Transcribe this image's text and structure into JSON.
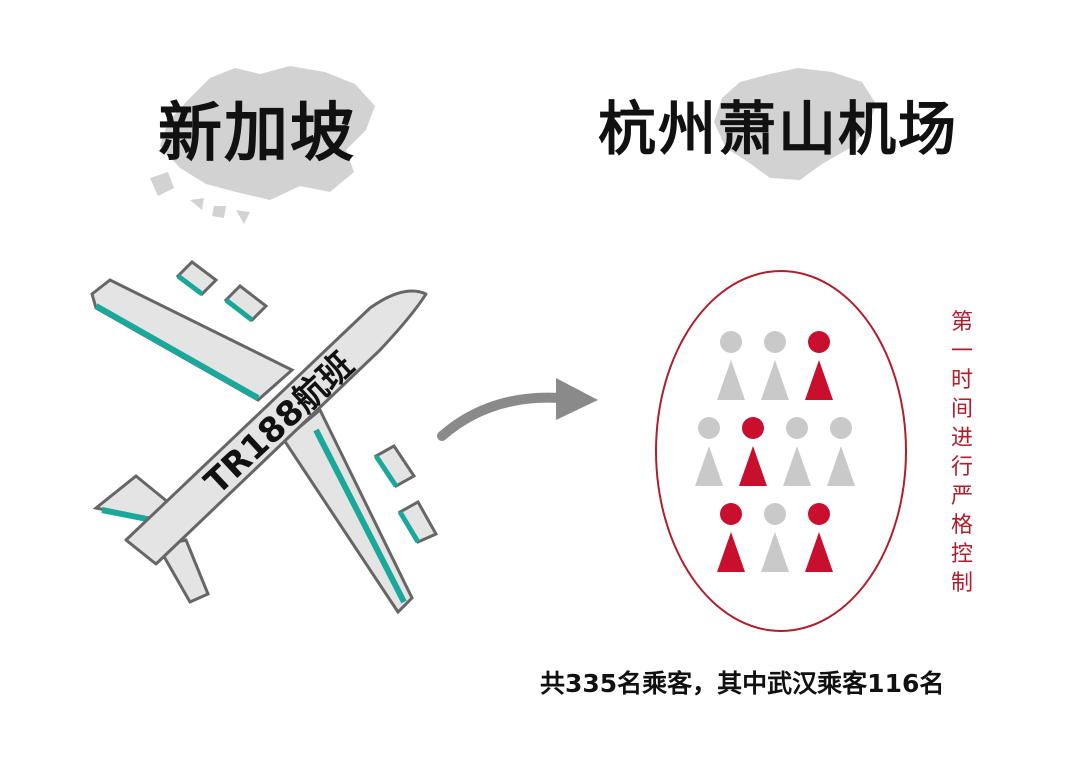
{
  "origin": {
    "label": "新加坡"
  },
  "destination": {
    "label": "杭州萧山机场"
  },
  "flight": {
    "label": "TR188航班"
  },
  "note": {
    "vertical_text": "第一时间进行严格控制"
  },
  "summary": {
    "text": "共335名乘客，其中武汉乘客116名"
  },
  "passenger_groups": {
    "rows": [
      [
        "grey",
        "grey",
        "red"
      ],
      [
        "grey",
        "red",
        "grey",
        "grey"
      ],
      [
        "red",
        "grey",
        "red"
      ]
    ]
  },
  "colors": {
    "accent": "#c8102e",
    "neutral": "#c9c9c9",
    "plane_body": "#e4e4e4",
    "plane_stripe": "#1aa89a",
    "outline": "#666666",
    "oval": "#b11d2b",
    "arrow": "#8a8a8a"
  },
  "icons": {
    "plane": "airplane-icon",
    "arrow": "curved-arrow-icon",
    "person": "person-icon"
  }
}
